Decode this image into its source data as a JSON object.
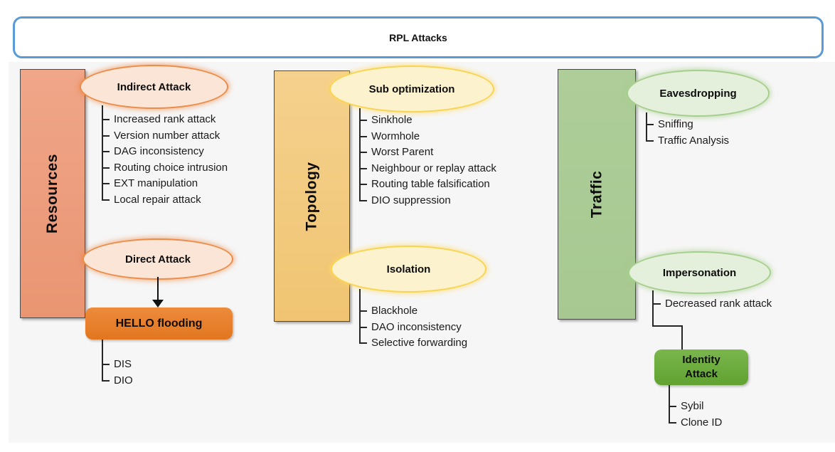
{
  "header": {
    "title": "RPL Attacks"
  },
  "columns": [
    {
      "label": "Resources",
      "indirect": {
        "label": "Indirect Attack",
        "items": [
          "Increased rank attack",
          "Version number attack",
          "DAG inconsistency",
          "Routing choice intrusion",
          "EXT manipulation",
          "Local repair attack"
        ]
      },
      "direct": {
        "label": "Direct Attack"
      },
      "hello": {
        "label": "HELLO flooding",
        "items": [
          "DIS",
          "DIO"
        ]
      }
    },
    {
      "label": "Topology",
      "sub_optimization": {
        "label": "Sub optimization",
        "items": [
          "Sinkhole",
          "Wormhole",
          "Worst Parent",
          "Neighbour or replay attack",
          "Routing table falsification",
          "DIO suppression"
        ]
      },
      "isolation": {
        "label": "Isolation",
        "items": [
          "Blackhole",
          "DAO inconsistency",
          "Selective forwarding"
        ]
      }
    },
    {
      "label": "Traffic",
      "eavesdropping": {
        "label": "Eavesdropping",
        "items": [
          "Sniffing",
          "Traffic Analysis"
        ]
      },
      "impersonation": {
        "label": "Impersonation",
        "items": [
          "Decreased rank attack"
        ]
      },
      "identity": {
        "label": "Identity Attack",
        "items": [
          "Sybil",
          "Clone ID"
        ]
      }
    }
  ],
  "colors": {
    "banner_border": "#5B9BD5",
    "panel_bg": "#f6f6f6",
    "resources_fill": "#efa183",
    "topology_fill": "#f3cb82",
    "traffic_fill": "#abcb96",
    "orange_ellipse_fill": "#fbe5d6",
    "orange_ellipse_border": "#ec8c48",
    "yellow_ellipse_fill": "#fdf2ce",
    "yellow_ellipse_border": "#f9d44f",
    "green_ellipse_fill": "#e5f0dc",
    "green_ellipse_border": "#a6cf8d",
    "hello_box_fill": "#e8812f",
    "identity_box_fill": "#6cab3d",
    "connector": "#262626"
  }
}
